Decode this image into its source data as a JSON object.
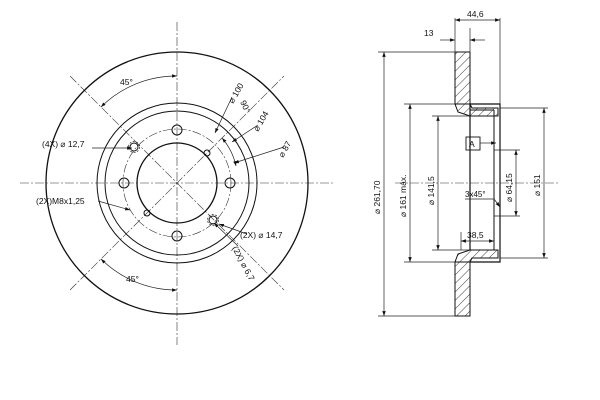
{
  "front_view": {
    "labels": {
      "bolt_holes": "(4X) ⌀ 12,7",
      "thread": "(2X)M8x1,25",
      "angle_top": "45°",
      "angle_bottom": "45°",
      "angle_right": "90°",
      "pcd": "⌀ 100",
      "bore": "⌀ 104",
      "hub": "⌀ 87",
      "holes_14_7": "(2X) ⌀ 14,7",
      "holes_6_7": "(2X) ⌀ 6,7"
    }
  },
  "section_view": {
    "labels": {
      "overall_width": "44,6",
      "disc_thickness": "13",
      "outer_diameter": "⌀ 261,70",
      "max_diameter": "⌀ 161 máx.",
      "diameter_141": "⌀ 141,5",
      "chamfer": "3x45°",
      "diameter_64": "⌀ 64,15",
      "diameter_151": "⌀ 151",
      "depth": "38,5",
      "datum": "A"
    }
  }
}
